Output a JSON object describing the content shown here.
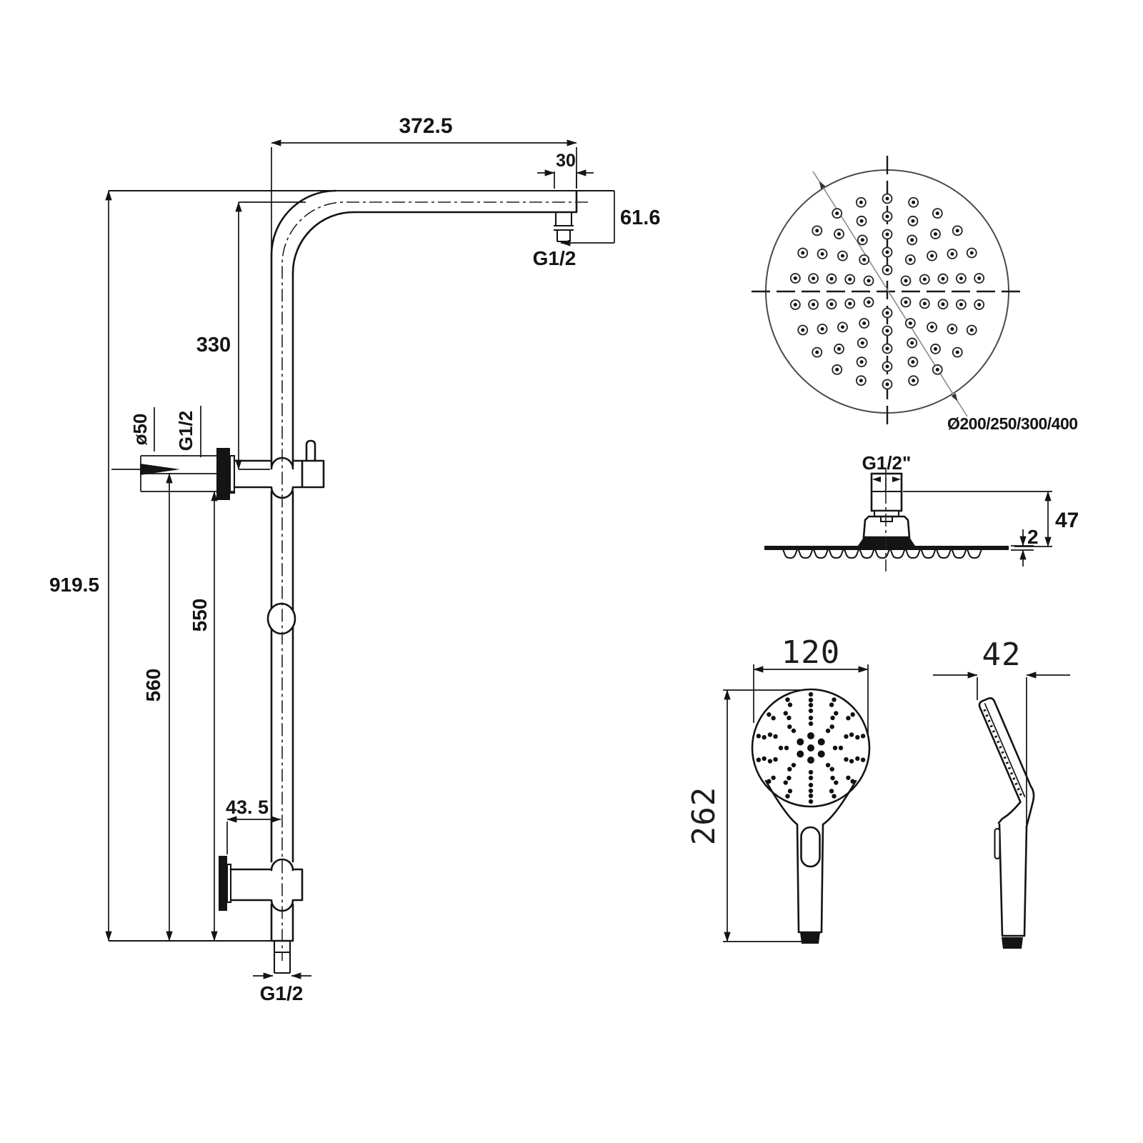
{
  "drawing": {
    "front_view": {
      "name": "shower column front view",
      "dims": {
        "width_overall": "372.5",
        "nipple_offset": "30",
        "arm_drop": "61.6",
        "arm_outlet_thread": "G1/2",
        "upper_rail": "330",
        "flange_diameter": "ø50",
        "wall_inlet_thread": "G1/2",
        "height_overall": "919.5",
        "rail_lower_a": "550",
        "rail_lower_b": "560",
        "holder_offset": "43. 5",
        "bottom_outlet_thread": "G1/2"
      }
    },
    "head_top_view": {
      "name": "overhead shower top view",
      "diameter_options": "Ø200/250/300/400",
      "nozzle_rings": [
        {
          "radius": 30,
          "count": 6,
          "style": "eyelet"
        },
        {
          "radius": 55,
          "count": 10,
          "style": "eyelet"
        },
        {
          "radius": 80,
          "count": 14,
          "style": "eyelet"
        },
        {
          "radius": 105,
          "count": 18,
          "style": "eyelet"
        },
        {
          "radius": 130,
          "count": 22,
          "style": "eyelet"
        }
      ]
    },
    "head_side_view": {
      "name": "overhead shower side view",
      "inlet_thread": "G1/2\"",
      "connector_height": "47",
      "plate_thickness": "2"
    },
    "hand_shower_front_view": {
      "name": "hand shower front view",
      "head_width": "120",
      "length": "262",
      "nozzle_rings": [
        {
          "radius": 0,
          "count": 1,
          "style": "dot"
        },
        {
          "radius": 17,
          "count": 6,
          "style": "dot"
        },
        {
          "radius": 38,
          "count": 8,
          "style": "pair"
        },
        {
          "radius": 56,
          "count": 10,
          "style": "pair"
        },
        {
          "radius": 71,
          "count": 14,
          "style": "pair"
        }
      ]
    },
    "hand_shower_side_view": {
      "name": "hand shower side view",
      "depth": "42"
    }
  }
}
